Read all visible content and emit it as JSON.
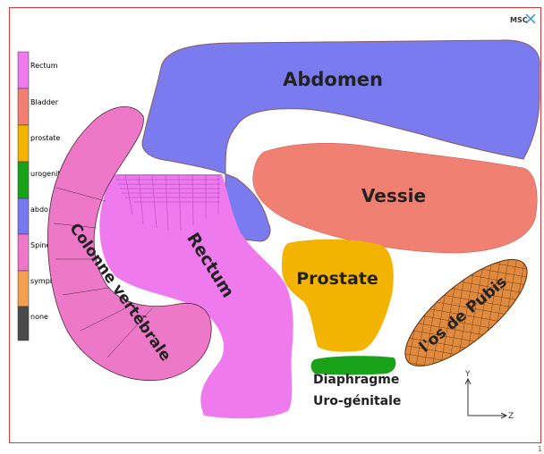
{
  "logo": "MSC",
  "legend": [
    {
      "label": "Rectum",
      "color": "#ee7aee"
    },
    {
      "label": "Bladder",
      "color": "#f08072"
    },
    {
      "label": "prostate",
      "color": "#f2b400"
    },
    {
      "label": "urogenital_diaphragm",
      "color": "#1aa11a"
    },
    {
      "label": "abdo",
      "color": "#7878f0"
    },
    {
      "label": "Spines",
      "color": "#ee78c8"
    },
    {
      "label": "symphisis",
      "color": "#f0a050"
    },
    {
      "label": "none",
      "color": "#4a4a4a"
    }
  ],
  "labels": {
    "abdomen": "Abdomen",
    "vessie": "Vessie",
    "prostate": "Prostate",
    "rectum": "Rectum",
    "colonne": "Colonne vertébrale",
    "pubis": "l'os de Pubis",
    "diaphragme_line1": "Diaphragme",
    "diaphragme_line2": "Uro-génitale"
  },
  "axes": {
    "y": "Y",
    "z": "Z"
  },
  "corner_mark": "1"
}
